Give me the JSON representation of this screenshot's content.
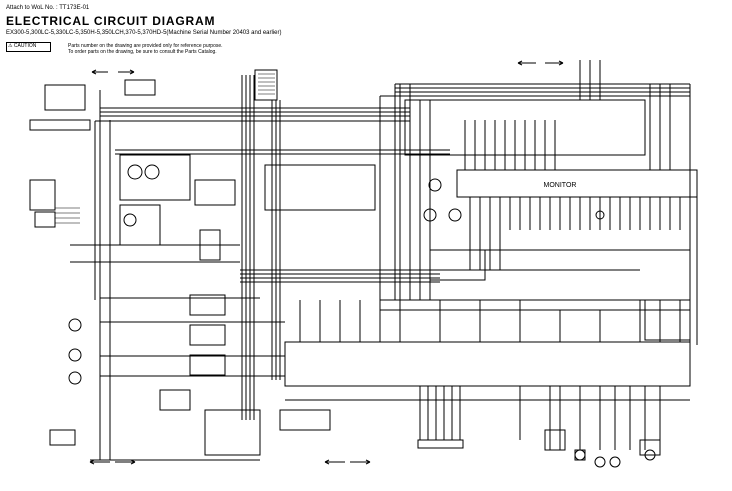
{
  "header": {
    "attach": "Attach to WoL No. : TT173E-01",
    "title": "ELECTRICAL  CIRCUIT  DIAGRAM",
    "subtitle": "EX300-5,300LC-5,330LC-5,350H-5,350LCH,370-5,370HD-5(Machine Serial Number 20403 and earlier)",
    "caution_label": "CAUTION",
    "caution_line1": "Parts number on the drawing are provided only for reference purpose.",
    "caution_line2": "To order parts on the drawing, be sure to consult the Parts Catalog."
  },
  "diagram": {
    "monitor_label": "MONITOR"
  },
  "colors": {
    "wire": "#000000",
    "background": "#ffffff"
  }
}
